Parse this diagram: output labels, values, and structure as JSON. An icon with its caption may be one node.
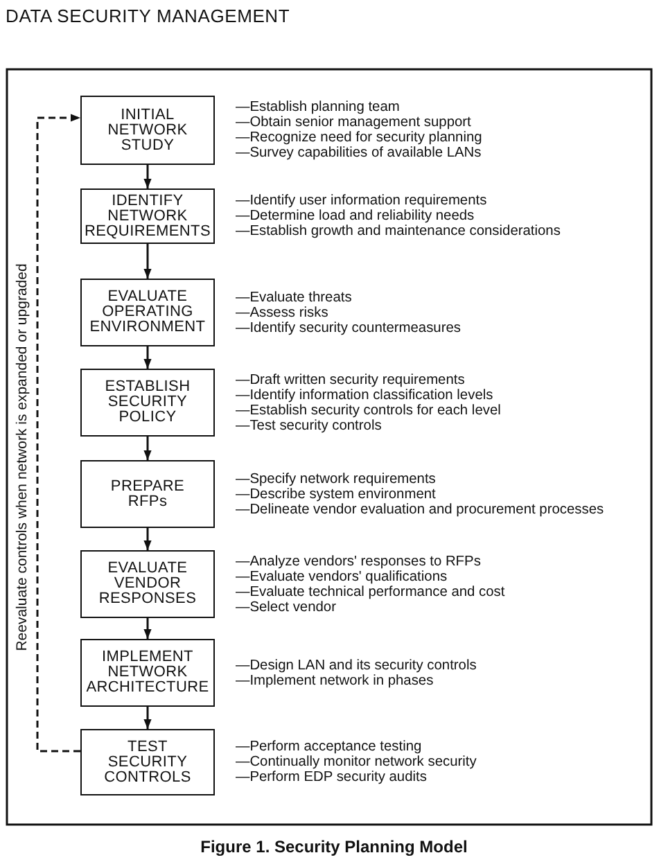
{
  "diagram": {
    "title": "DATA SECURITY MANAGEMENT",
    "caption": "Figure 1. Security Planning Model",
    "nodes": [
      {
        "text": [
          "INITIAL NETWORK STUDY"
        ],
        "beside": [
          "—Establish planning team",
          "—Obtain senior management support",
          "—Recognize need for security planning",
          "—Survey capabilities of available LANs"
        ]
      },
      {
        "text": [
          "IDENTIFY NETWORK REQUIREMENTS"
        ],
        "beside": [
          "—Identify user information requirements",
          "—Determine load and reliability needs",
          "—Establish growth and maintenance considerations"
        ]
      },
      {
        "text": [
          "EVALUATE OPERATING ENVIRONMENT"
        ],
        "beside": [
          "—Evaluate threats",
          "—Assess risks",
          "—Identify security countermeasures"
        ]
      },
      {
        "text": [
          "ESTABLISH SECURITY POLICY"
        ],
        "beside": [
          "—Draft written security requirements",
          "—Identify information classification levels",
          "—Establish security controls for each level",
          "—Test security controls"
        ]
      },
      {
        "text": [
          "PREPARE RFPs"
        ],
        "beside": [
          "—Specify network requirements",
          "—Describe system environment",
          "—Delineate vendor evaluation and procurement processes"
        ]
      },
      {
        "text": [
          "EVALUATE VENDOR RESPONSES"
        ],
        "beside": [
          "—Analyze vendors' responses to RFPs",
          "—Evaluate vendors' qualifications",
          "—Evaluate technical performance and cost",
          "—Select vendor"
        ]
      },
      {
        "text": [
          "IMPLEMENT NETWORK ARCHITECTURE"
        ],
        "beside": [
          "—Design LAN and its security controls",
          "—Implement network in phases"
        ]
      },
      {
        "text": [
          "TEST SECURITY CONTROLS"
        ],
        "beside": [
          "—Perform acceptance testing",
          "—Continually monitor network security",
          "—Perform EDP security audits"
        ]
      }
    ],
    "edges": [
      {
        "from": 0,
        "to": 1,
        "arrow": "to"
      },
      {
        "from": 1,
        "to": 2,
        "arrow": "to"
      },
      {
        "from": 2,
        "to": 3,
        "arrow": "to"
      },
      {
        "from": 3,
        "to": 4,
        "arrow": "to"
      },
      {
        "from": 4,
        "to": 5,
        "arrow": "to"
      },
      {
        "from": 5,
        "to": 6,
        "arrow": "to"
      },
      {
        "from": 6,
        "to": 7,
        "arrow": "to"
      },
      {
        "from": 7,
        "to": 0,
        "arrow": "to",
        "style": "dashed",
        "label": "Reevaluate controls when network is expanded or upgraded"
      }
    ]
  }
}
